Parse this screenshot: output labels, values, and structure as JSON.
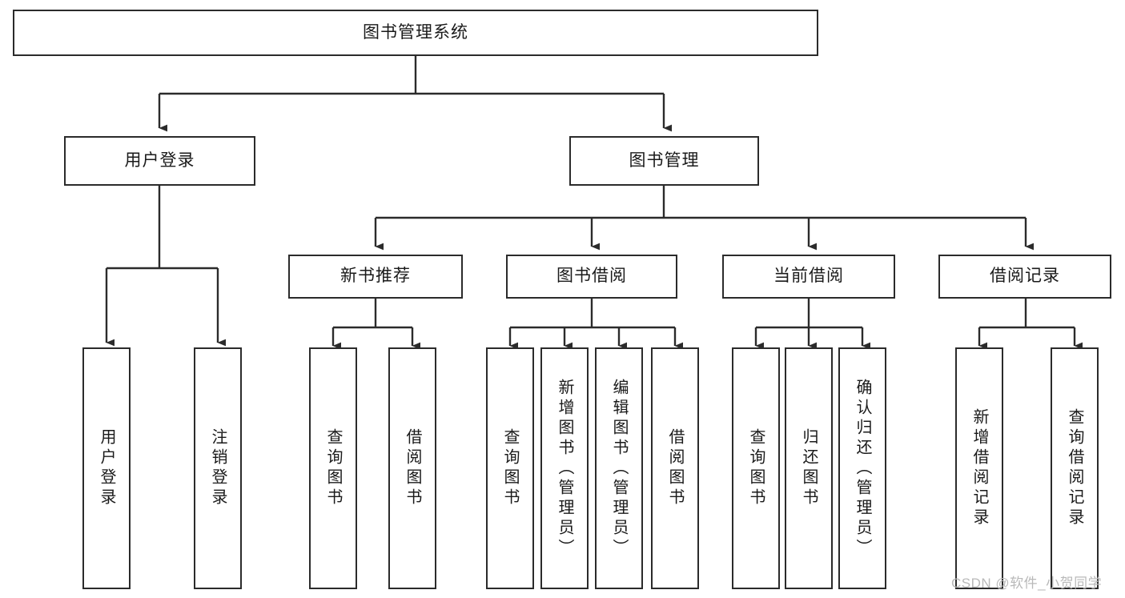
{
  "diagram": {
    "type": "tree-hierarchy-chart",
    "root": {
      "id": "root",
      "label": "图书管理系统"
    },
    "level2": [
      {
        "id": "user-login",
        "label": "用户登录"
      },
      {
        "id": "book-management",
        "label": "图书管理"
      }
    ],
    "level3": [
      {
        "id": "new-book-recommend",
        "label": "新书推荐",
        "parent": "book-management"
      },
      {
        "id": "book-borrow",
        "label": "图书借阅",
        "parent": "book-management"
      },
      {
        "id": "current-borrow",
        "label": "当前借阅",
        "parent": "book-management"
      },
      {
        "id": "borrow-record",
        "label": "借阅记录",
        "parent": "book-management"
      }
    ],
    "leaves": [
      {
        "id": "leaf-user-login",
        "label": "用户登录",
        "parent": "user-login"
      },
      {
        "id": "leaf-logout-login",
        "label": "注销登录",
        "parent": "user-login"
      },
      {
        "id": "leaf-query-book-1",
        "label": "查询图书",
        "parent": "new-book-recommend"
      },
      {
        "id": "leaf-borrow-book-1",
        "label": "借阅图书",
        "parent": "new-book-recommend"
      },
      {
        "id": "leaf-query-book-2",
        "label": "查询图书",
        "parent": "book-borrow"
      },
      {
        "id": "leaf-add-book",
        "label": "新增图书（管理员）",
        "parent": "book-borrow"
      },
      {
        "id": "leaf-edit-book",
        "label": "编辑图书（管理员）",
        "parent": "book-borrow"
      },
      {
        "id": "leaf-borrow-book-2",
        "label": "借阅图书",
        "parent": "book-borrow"
      },
      {
        "id": "leaf-query-book-3",
        "label": "查询图书",
        "parent": "current-borrow"
      },
      {
        "id": "leaf-return-book",
        "label": "归还图书",
        "parent": "current-borrow"
      },
      {
        "id": "leaf-confirm-return",
        "label": "确认归还（管理员）",
        "parent": "current-borrow"
      },
      {
        "id": "leaf-add-record",
        "label": "新增借阅记录",
        "parent": "borrow-record"
      },
      {
        "id": "leaf-query-record",
        "label": "查询借阅记录",
        "parent": "borrow-record"
      }
    ],
    "style": {
      "box_border_color": "#2b2b2b",
      "box_fill_color": "#ffffff",
      "connector_color": "#2b2b2b",
      "text_color": "#1a1a1a",
      "background_color": "#ffffff"
    }
  },
  "watermark": {
    "text": "CSDN @软件_小贺同学",
    "color": "#b9b9b9"
  }
}
